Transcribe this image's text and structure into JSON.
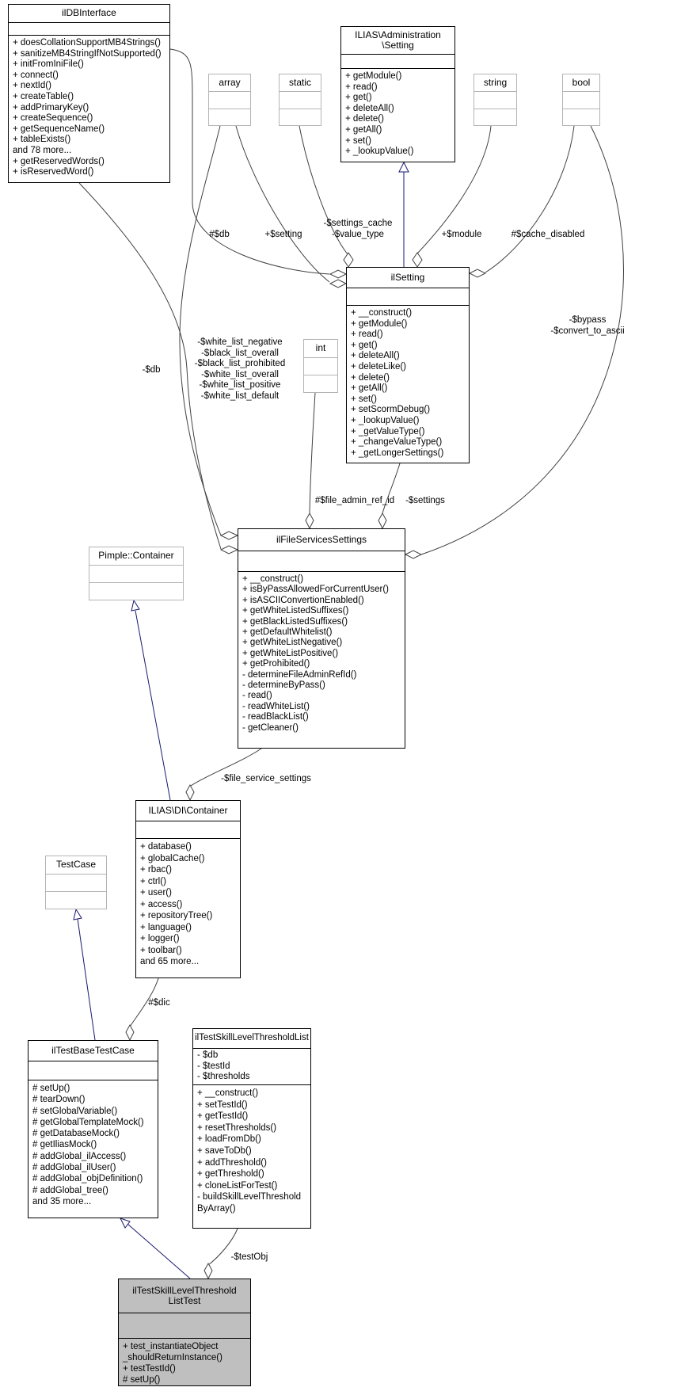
{
  "diagram_title": "ilTestSkillLevelThresholdListTest collaboration diagram",
  "colors": {
    "box_border": "#000000",
    "type_box_border": "#b4b4b4",
    "focus_box_fill": "#bfbfbf",
    "aggregation_edge": "#404040",
    "inheritance_edge": "#191970"
  },
  "classes": {
    "ilDBInterface": {
      "title": "ilDBInterface",
      "methods": [
        "+ doesCollationSupportMB4Strings()",
        "+ sanitizeMB4StringIfNotSupported()",
        "+ initFromIniFile()",
        "+ connect()",
        "+ nextId()",
        "+ createTable()",
        "+ addPrimaryKey()",
        "+ createSequence()",
        "+ getSequenceName()",
        "+ tableExists()",
        "and 78 more...",
        "+ getReservedWords()",
        "+ isReservedWord()"
      ]
    },
    "AdminSetting": {
      "title_line1": "ILIAS\\Administration",
      "title_line2": "\\Setting",
      "methods": [
        "+ getModule()",
        "+ read()",
        "+ get()",
        "+ deleteAll()",
        "+ delete()",
        "+ getAll()",
        "+ set()",
        "+ _lookupValue()"
      ]
    },
    "array": {
      "title": "array"
    },
    "static": {
      "title": "static"
    },
    "string": {
      "title": "string"
    },
    "bool": {
      "title": "bool"
    },
    "int": {
      "title": "int"
    },
    "ilSetting": {
      "title": "ilSetting",
      "methods": [
        "+ __construct()",
        "+ getModule()",
        "+ read()",
        "+ get()",
        "+ deleteAll()",
        "+ deleteLike()",
        "+ delete()",
        "+ getAll()",
        "+ set()",
        "+ setScormDebug()",
        "+ _lookupValue()",
        "+ _getValueType()",
        "+ _changeValueType()",
        "+ _getLongerSettings()"
      ]
    },
    "ilFileServicesSettings": {
      "title": "ilFileServicesSettings",
      "methods": [
        "+ __construct()",
        "+ isByPassAllowedForCurrentUser()",
        "+ isASCIIConvertionEnabled()",
        "+ getWhiteListedSuffixes()",
        "+ getBlackListedSuffixes()",
        "+ getDefaultWhitelist()",
        "+ getWhiteListNegative()",
        "+ getWhiteListPositive()",
        "+ getProhibited()",
        "- determineFileAdminRefId()",
        "- determineByPass()",
        "- read()",
        "- readWhiteList()",
        "- readBlackList()",
        "- getCleaner()"
      ]
    },
    "PimpleContainer": {
      "title": "Pimple::Container"
    },
    "DIContainer": {
      "title": "ILIAS\\DI\\Container",
      "methods": [
        "+ database()",
        "+ globalCache()",
        "+ rbac()",
        "+ ctrl()",
        "+ user()",
        "+ access()",
        "+ repositoryTree()",
        "+ language()",
        "+ logger()",
        "+ toolbar()",
        "and 65 more..."
      ]
    },
    "TestCase": {
      "title": "TestCase"
    },
    "ilTestBaseTestCase": {
      "title": "ilTestBaseTestCase",
      "methods": [
        "# setUp()",
        "# tearDown()",
        "# setGlobalVariable()",
        "# getGlobalTemplateMock()",
        "# getDatabaseMock()",
        "# getIliasMock()",
        "# addGlobal_ilAccess()",
        "# addGlobal_ilUser()",
        "# addGlobal_objDefinition()",
        "# addGlobal_tree()",
        "and 35 more..."
      ]
    },
    "ilTestSkillLevelThresholdList": {
      "title": "ilTestSkillLevelThresholdList",
      "attributes": [
        "- $db",
        "- $testId",
        "- $thresholds"
      ],
      "methods": [
        "+ __construct()",
        "+ setTestId()",
        "+ getTestId()",
        "+ resetThresholds()",
        "+ loadFromDb()",
        "+ saveToDb()",
        "+ addThreshold()",
        "+ getThreshold()",
        "+ cloneListForTest()",
        "- buildSkillLevelThreshold",
        "ByArray()"
      ]
    },
    "ilTestSkillLevelThresholdListTest": {
      "title_line1": "ilTestSkillLevelThreshold",
      "title_line2": "ListTest",
      "methods": [
        "+ test_instantiateObject",
        "_shouldReturnInstance()",
        "+ testTestId()",
        "# setUp()"
      ]
    }
  },
  "edge_labels": {
    "db_protected": "#$db",
    "setting": "+$setting",
    "settings_cache": [
      "-$settings_cache",
      "-$value_type"
    ],
    "module": "+$module",
    "cache_disabled": "#$cache_disabled",
    "bypass": [
      "-$bypass",
      "-$convert_to_ascii"
    ],
    "db_private": "-$db",
    "whitelists": [
      "-$white_list_negative",
      "-$black_list_overall",
      "-$black_list_prohibited",
      "-$white_list_overall",
      "-$white_list_positive",
      "-$white_list_default"
    ],
    "file_admin_ref_id": "#$file_admin_ref_id",
    "settings": "-$settings",
    "file_service_settings": "-$file_service_settings",
    "dic": "#$dic",
    "testObj": "-$testObj"
  }
}
